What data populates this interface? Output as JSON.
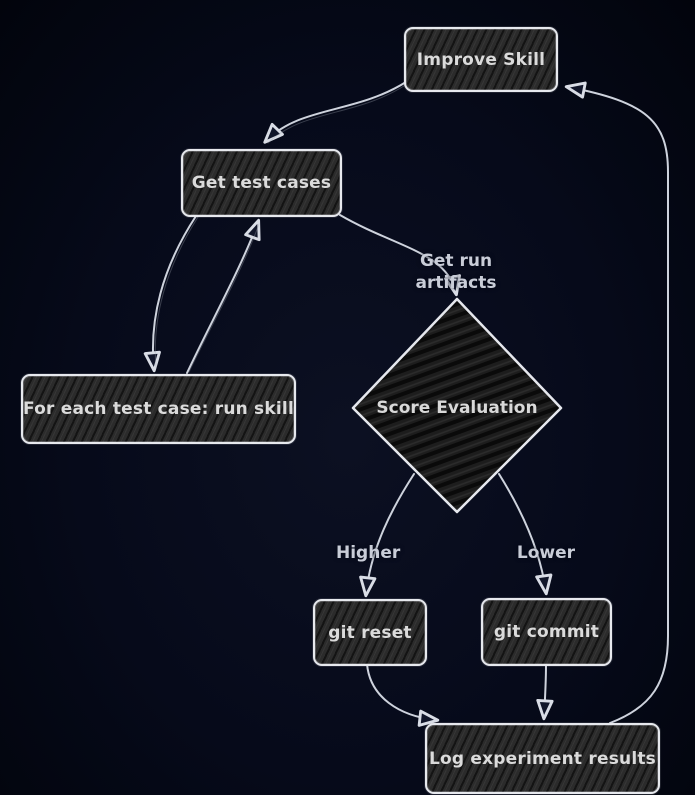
{
  "diagram": {
    "title": "skill improvement flowchart",
    "colors": {
      "background": "#060a1a",
      "node_fill": "#2b2b2b",
      "node_border": "#e7e9ee",
      "edge_stroke": "#ced3dd",
      "text": "#dbdbdb"
    },
    "nodes": {
      "improve_skill": {
        "label": "Improve Skill",
        "shape": "rect"
      },
      "get_test_cases": {
        "label": "Get test cases",
        "shape": "rect"
      },
      "for_each_run": {
        "label": "For each test case: run skill",
        "shape": "rect"
      },
      "score_evaluation": {
        "label": "Score Evaluation",
        "shape": "diamond"
      },
      "git_reset": {
        "label": "git reset",
        "shape": "rect"
      },
      "git_commit": {
        "label": "git commit",
        "shape": "rect"
      },
      "log_results": {
        "label": "Log experiment results",
        "shape": "rect"
      }
    },
    "edges": [
      {
        "from": "improve_skill",
        "to": "get_test_cases",
        "label": ""
      },
      {
        "from": "get_test_cases",
        "to": "for_each_run",
        "label": ""
      },
      {
        "from": "for_each_run",
        "to": "get_test_cases",
        "label": ""
      },
      {
        "from": "get_test_cases",
        "to": "score_evaluation",
        "label": "Get run artifacts"
      },
      {
        "from": "score_evaluation",
        "to": "git_reset",
        "label": "Higher"
      },
      {
        "from": "score_evaluation",
        "to": "git_commit",
        "label": "Lower"
      },
      {
        "from": "git_reset",
        "to": "log_results",
        "label": ""
      },
      {
        "from": "git_commit",
        "to": "log_results",
        "label": ""
      },
      {
        "from": "log_results",
        "to": "improve_skill",
        "label": ""
      }
    ]
  }
}
